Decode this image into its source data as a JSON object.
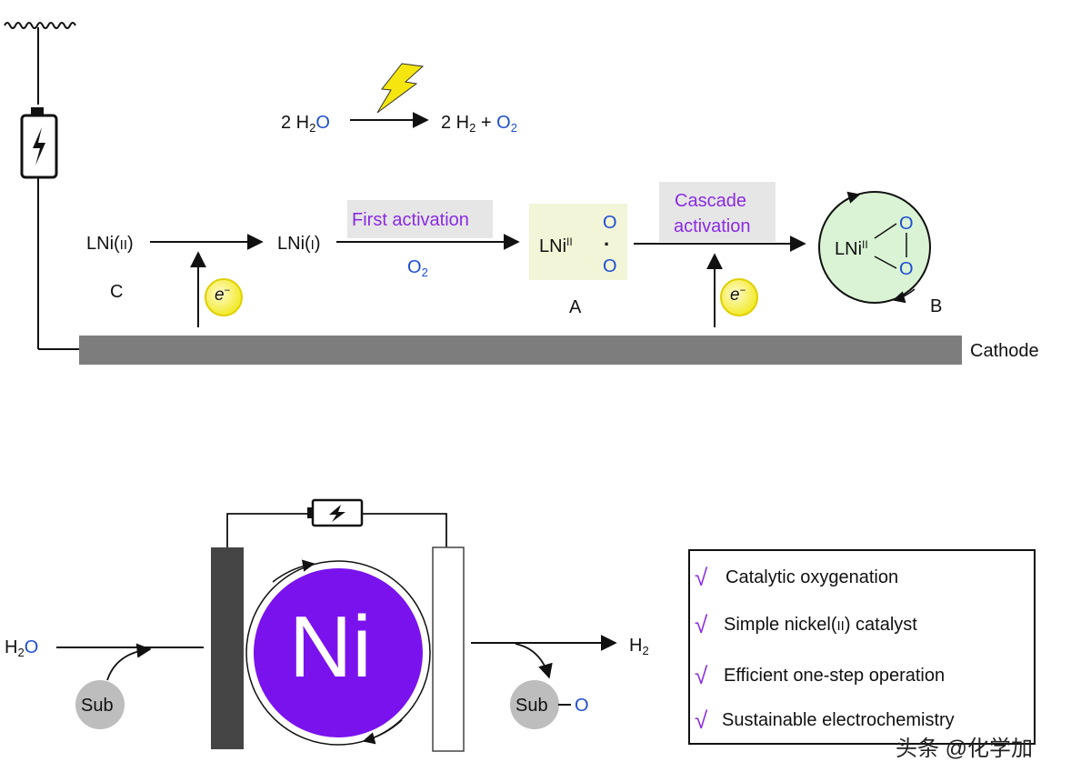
{
  "top": {
    "equation": {
      "left_coef": "2 H",
      "left_sub": "2",
      "left_o": "O",
      "right_coef": "2 H",
      "right_sub": "2",
      "plus": " + ",
      "right_o": "O",
      "right_o_sub": "2"
    },
    "species_c": {
      "prefix": "LNi(",
      "ox": "II",
      "suffix": ")",
      "label": "C"
    },
    "species_ni1": {
      "prefix": "LNi(",
      "ox": "I",
      "suffix": ")"
    },
    "first_activation": "First activation",
    "o2_reagent": {
      "o": "O",
      "sub": "2"
    },
    "species_a": {
      "prefix": "LNi",
      "ox": "II",
      "o1": "O",
      "o2": "O",
      "radical": "·",
      "label": "A"
    },
    "cascade_activation": [
      "Cascade",
      "activation"
    ],
    "species_b": {
      "prefix": "LNi",
      "ox": "II",
      "o1": "O",
      "o2": "O",
      "label": "B"
    },
    "electron": {
      "e": "e",
      "sign": "−"
    },
    "cathode_label": "Cathode"
  },
  "bottom": {
    "h2o": {
      "h": "H",
      "sub": "2",
      "o": "O"
    },
    "h2": {
      "h": "H",
      "sub": "2"
    },
    "sub_left": "Sub",
    "sub_right": "Sub",
    "sub_right_o": "O",
    "ni": "Ni",
    "features": [
      "Catalytic oxygenation",
      "Simple nickel(",
      "Efficient one-step operation",
      "Sustainable electrochemistry"
    ],
    "feature_ni_ox": "II",
    "feature_ni_close": ") catalyst",
    "check_mark": "√"
  },
  "watermark": "头条 @化学加",
  "colors": {
    "blue": "#1f4fd1",
    "purple": "#8a2be2",
    "ni_purple": "#7a12ee",
    "electron_yellow": "#f2ea2a",
    "bolt_yellow": "#f5e60f",
    "circle_green": "#d9f3d4",
    "cathode_grey": "#7d7d7d",
    "sub_grey": "#bdbdbd"
  }
}
